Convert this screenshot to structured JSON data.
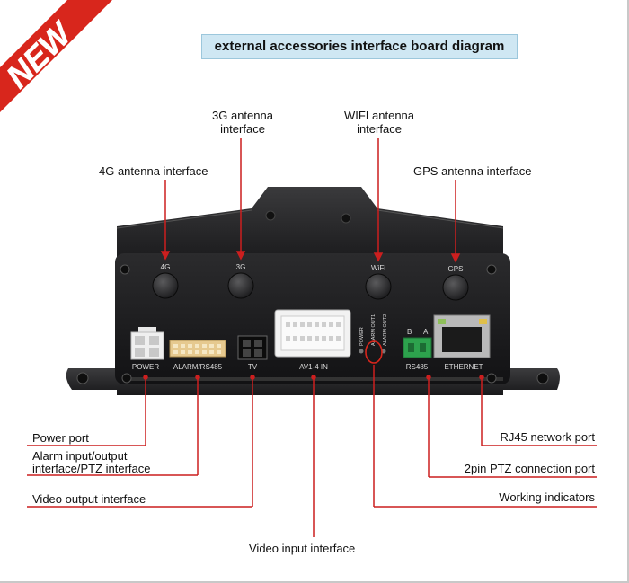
{
  "badge": {
    "text": "NEW"
  },
  "title": "external accessories interface board diagram",
  "device_labels": {
    "ant_4g": "4G",
    "ant_3g": "3G",
    "ant_wifi": "WiFi",
    "ant_gps": "GPS",
    "power": "POWER",
    "alarm": "ALARM/RS485",
    "tv": "TV",
    "av": "AV1-4 IN",
    "led_power": "POWER",
    "led_alarm1": "ALARM OUT1",
    "led_alarm2": "ALARM OUT2",
    "rs485": "RS485",
    "rs485_b": "B",
    "rs485_a": "A",
    "ethernet": "ETHERNET"
  },
  "callouts": {
    "top": {
      "g3_line1": "3G antenna",
      "g3_line2": "interface",
      "wifi_line1": "WIFI antenna",
      "wifi_line2": "interface",
      "g4": "4G antenna interface",
      "gps": "GPS antenna interface"
    },
    "left": {
      "power_port": "Power port",
      "alarm_line1": "Alarm input/output",
      "alarm_line2": "interface/PTZ interface",
      "video_output": "Video output interface"
    },
    "right": {
      "rj45": "RJ45 network port",
      "ptz": "2pin PTZ connection port",
      "indicators": "Working indicators"
    },
    "bottom": {
      "video_input": "Video input interface"
    }
  },
  "colors": {
    "callout_line": "#cc1f1f",
    "badge": "#d8261c",
    "title_bg": "#cfe7f3",
    "device_body": "#1d1d1f",
    "connector_green": "#2da24d"
  }
}
